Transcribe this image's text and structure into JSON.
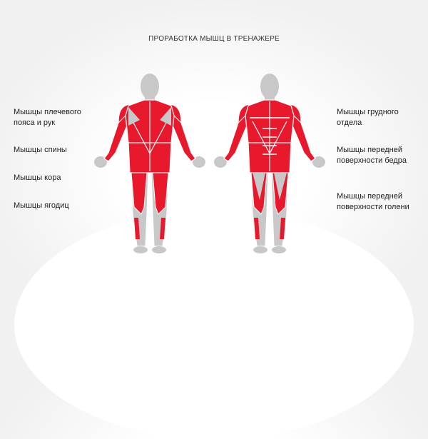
{
  "title": "ПРОРАБОТКА МЫШЦ В ТРЕНАЖЕРЕ",
  "left_labels": [
    {
      "line1": "Мышцы плечевого",
      "line2": "пояса и рук"
    },
    {
      "line1": "Мышцы спины",
      "line2": ""
    },
    {
      "line1": "Мышцы кора",
      "line2": ""
    },
    {
      "line1": "Мышцы ягодиц",
      "line2": ""
    }
  ],
  "right_labels": [
    {
      "line1": "Мышцы грудного",
      "line2": "отдела"
    },
    {
      "line1": "Мышцы передней",
      "line2": "поверхности бедра"
    },
    {
      "line1": "Мышцы передней",
      "line2": "поверхности голени"
    }
  ],
  "colors": {
    "muscle": "#e8192c",
    "body": "#c8c8c8",
    "outline": "#ffffff"
  }
}
